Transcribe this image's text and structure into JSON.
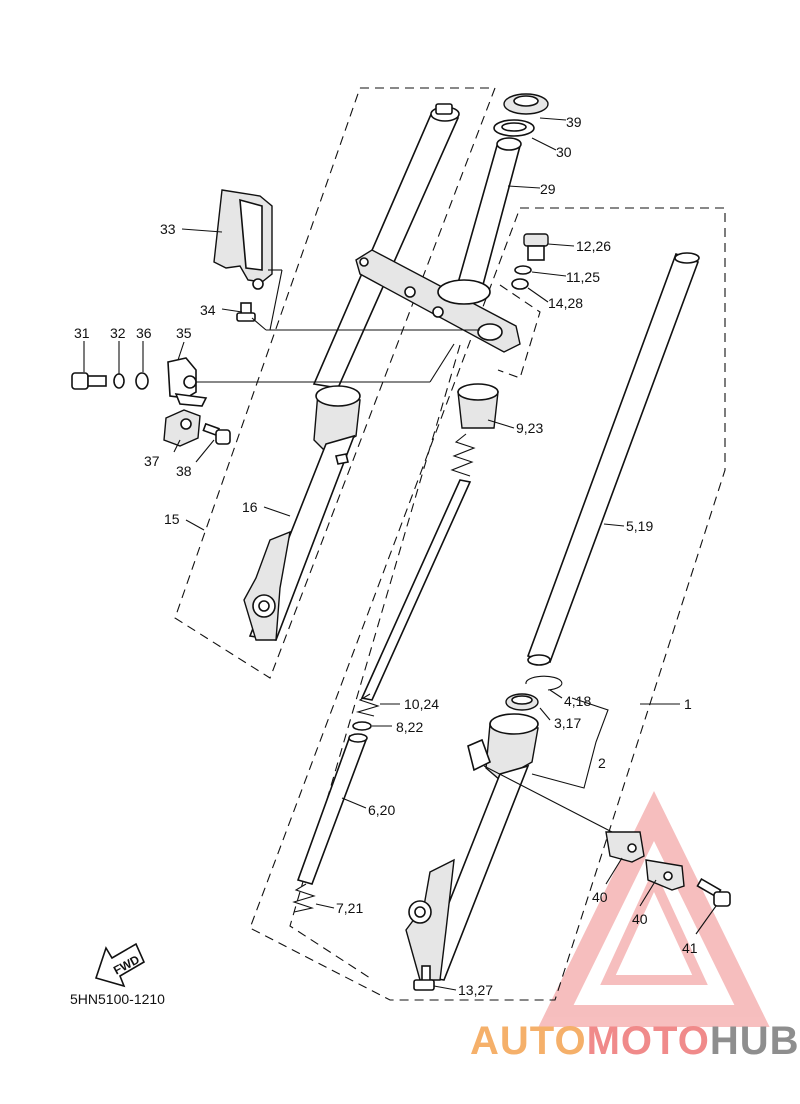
{
  "diagram_code": "5HN5100-1210",
  "fwd_label": "FWD",
  "brand": {
    "part1": "AUTO",
    "part2": "MOTO",
    "part3": "HUB",
    "color1": "#f5b06a",
    "color2": "#f08a8a",
    "color3": "#8e8e8e"
  },
  "callouts": {
    "c1": "1",
    "c2": "2",
    "c3_17": "3,17",
    "c4_18": "4,18",
    "c5_19": "5,19",
    "c6_20": "6,20",
    "c7_21": "7,21",
    "c8_22": "8,22",
    "c9_23": "9,23",
    "c10_24": "10,24",
    "c11_25": "11,25",
    "c12_26": "12,26",
    "c13_27": "13,27",
    "c14_28": "14,28",
    "c15": "15",
    "c16": "16",
    "c29": "29",
    "c30": "30",
    "c31": "31",
    "c32": "32",
    "c33": "33",
    "c34": "34",
    "c35": "35",
    "c36": "36",
    "c37": "37",
    "c38": "38",
    "c39": "39",
    "c40a": "40",
    "c40b": "40",
    "c41": "41"
  }
}
